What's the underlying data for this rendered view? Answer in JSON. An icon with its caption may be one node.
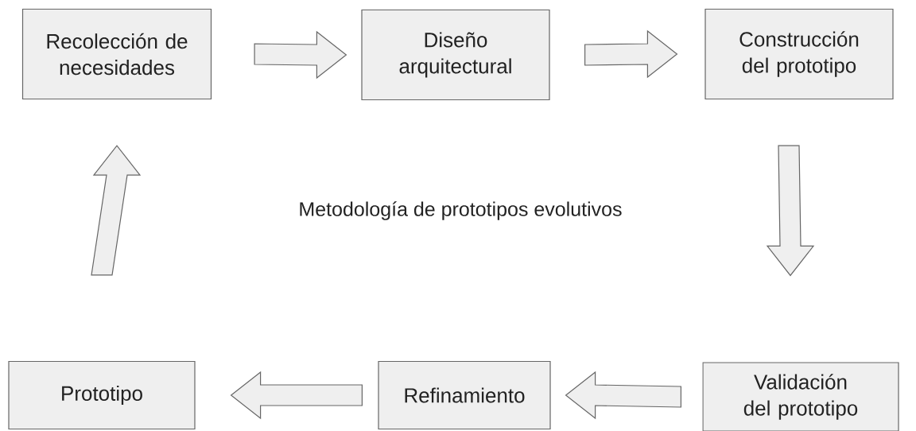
{
  "diagram": {
    "title": "Metodología de prototipos evolutivos",
    "nodes": [
      {
        "text": [
          "Recolección de necesidades"
        ]
      },
      {
        "text": [
          "Diseño arquitectural"
        ]
      },
      {
        "text": [
          "Construcción del prototipo"
        ]
      },
      {
        "text": [
          "Validación del prototipo"
        ]
      },
      {
        "text": [
          "Refinamiento"
        ]
      },
      {
        "text": [
          "Prototipo"
        ]
      }
    ],
    "edges": [
      {
        "from": 0,
        "to": 1,
        "arrow": "to"
      },
      {
        "from": 1,
        "to": 2,
        "arrow": "to"
      },
      {
        "from": 2,
        "to": 3,
        "arrow": "to"
      },
      {
        "from": 3,
        "to": 4,
        "arrow": "to"
      },
      {
        "from": 4,
        "to": 5,
        "arrow": "to"
      },
      {
        "from": 5,
        "to": 0,
        "arrow": "to"
      }
    ]
  }
}
